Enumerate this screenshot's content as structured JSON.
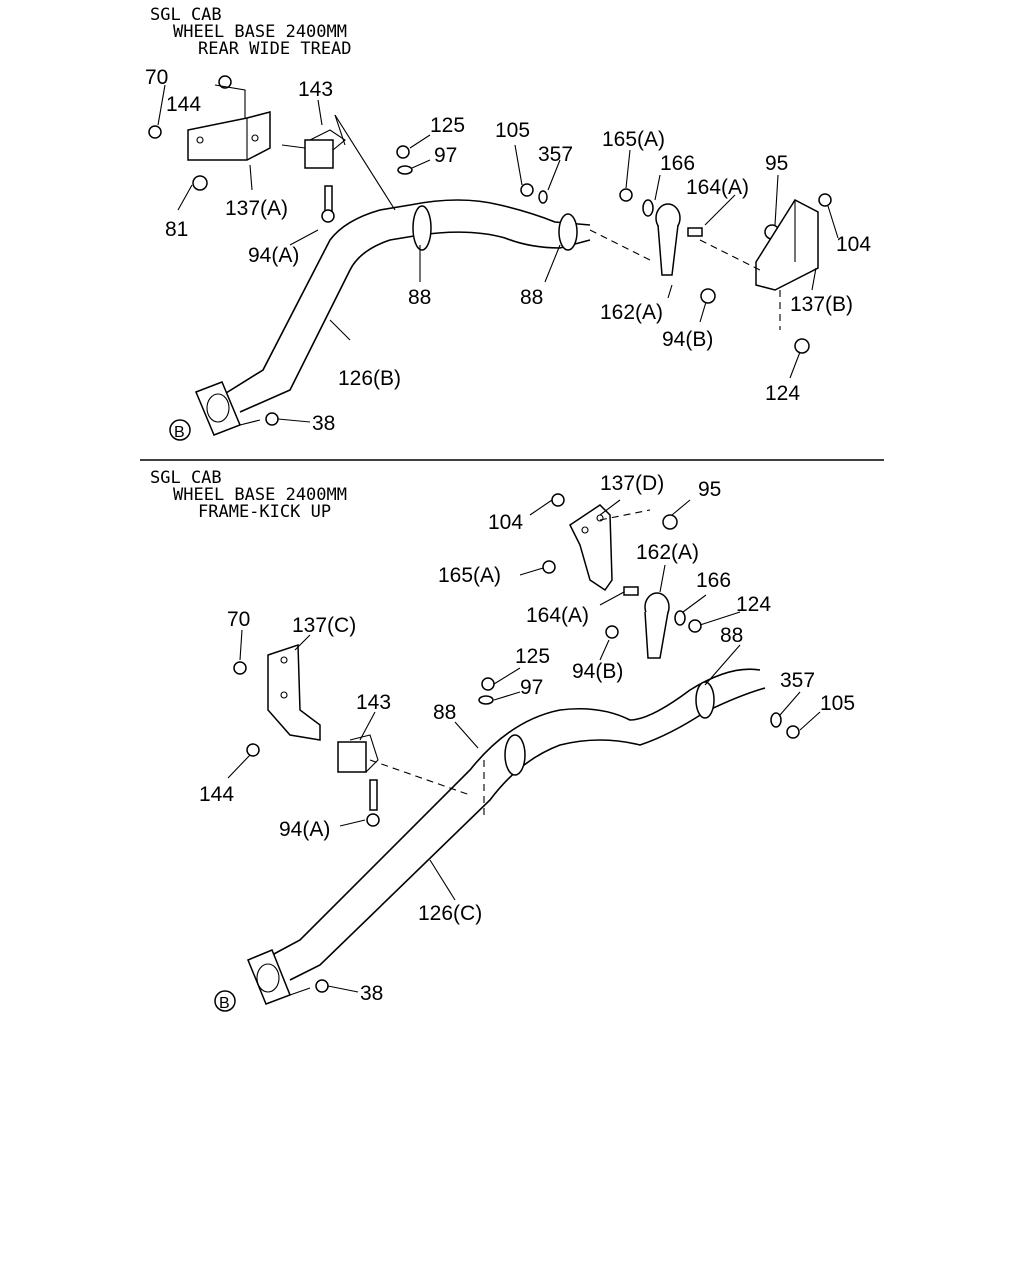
{
  "top_section": {
    "header": [
      "SGL CAB",
      "WHEEL BASE 2400MM",
      "REAR WIDE TREAD"
    ],
    "callouts": {
      "c70": "70",
      "c144": "144",
      "c143": "143",
      "c125": "125",
      "c97": "97",
      "c105": "105",
      "c357": "357",
      "c165a": "165(A)",
      "c166": "166",
      "c164a": "164(A)",
      "c95": "95",
      "c104": "104",
      "c137a": "137(A)",
      "c81": "81",
      "c94a": "94(A)",
      "c88l": "88",
      "c88r": "88",
      "c162a": "162(A)",
      "c94b": "94(B)",
      "c137b": "137(B)",
      "c126b": "126(B)",
      "c124": "124",
      "c38": "38",
      "cB": "B"
    }
  },
  "bottom_section": {
    "header": [
      "SGL CAB",
      "WHEEL BASE 2400MM",
      "FRAME-KICK UP"
    ],
    "callouts": {
      "c137d": "137(D)",
      "c95": "95",
      "c104": "104",
      "c162a": "162(A)",
      "c165a": "165(A)",
      "c166": "166",
      "c164a": "164(A)",
      "c124": "124",
      "c70": "70",
      "c137c": "137(C)",
      "c88r": "88",
      "c143": "143",
      "c125": "125",
      "c357": "357",
      "c97": "97",
      "c105": "105",
      "c88l": "88",
      "c94b": "94(B)",
      "c144": "144",
      "c94a": "94(A)",
      "c126c": "126(C)",
      "c38": "38",
      "cB": "B"
    }
  }
}
